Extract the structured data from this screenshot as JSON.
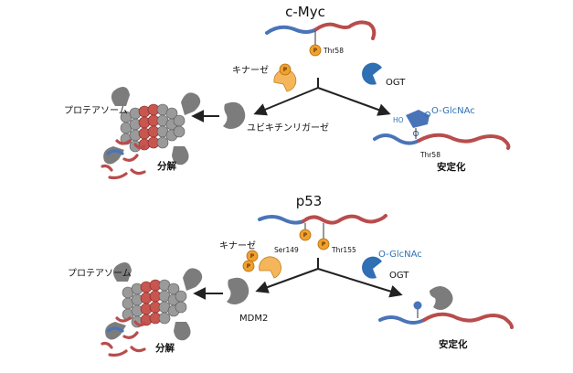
{
  "colors": {
    "blue_strand": "#4a74b8",
    "red_strand": "#b94c4c",
    "phosphate": "#f0a030",
    "kinase": "#f5b65b",
    "ogt": "#2f6fb4",
    "gray": "#7c7c7c",
    "proteasome_red": "#c9554f"
  },
  "top": {
    "title": "c-Myc",
    "phospho_site": "Thr58",
    "phospho_letter": "P",
    "kinase_label": "キナーゼ",
    "ogt_label": "OGT",
    "proteasome_label": "プロテアソーム",
    "ligase_label": "ユビキチンリガーゼ",
    "glcnac_label": "O-GlcNAc",
    "ho_label": "HO",
    "stable_site": "Thr58",
    "degradation_label": "分解",
    "stabilization_label": "安定化"
  },
  "bottom": {
    "title": "p53",
    "site_left": "Ser149",
    "site_right": "Thr155",
    "phospho_letter": "P",
    "kinase_label": "キナーゼ",
    "glcnac_label": "O-GlcNAc",
    "ogt_label": "OGT",
    "proteasome_label": "プロテアソーム",
    "mdm2_label": "MDM2",
    "degradation_label": "分解",
    "stabilization_label": "安定化"
  }
}
